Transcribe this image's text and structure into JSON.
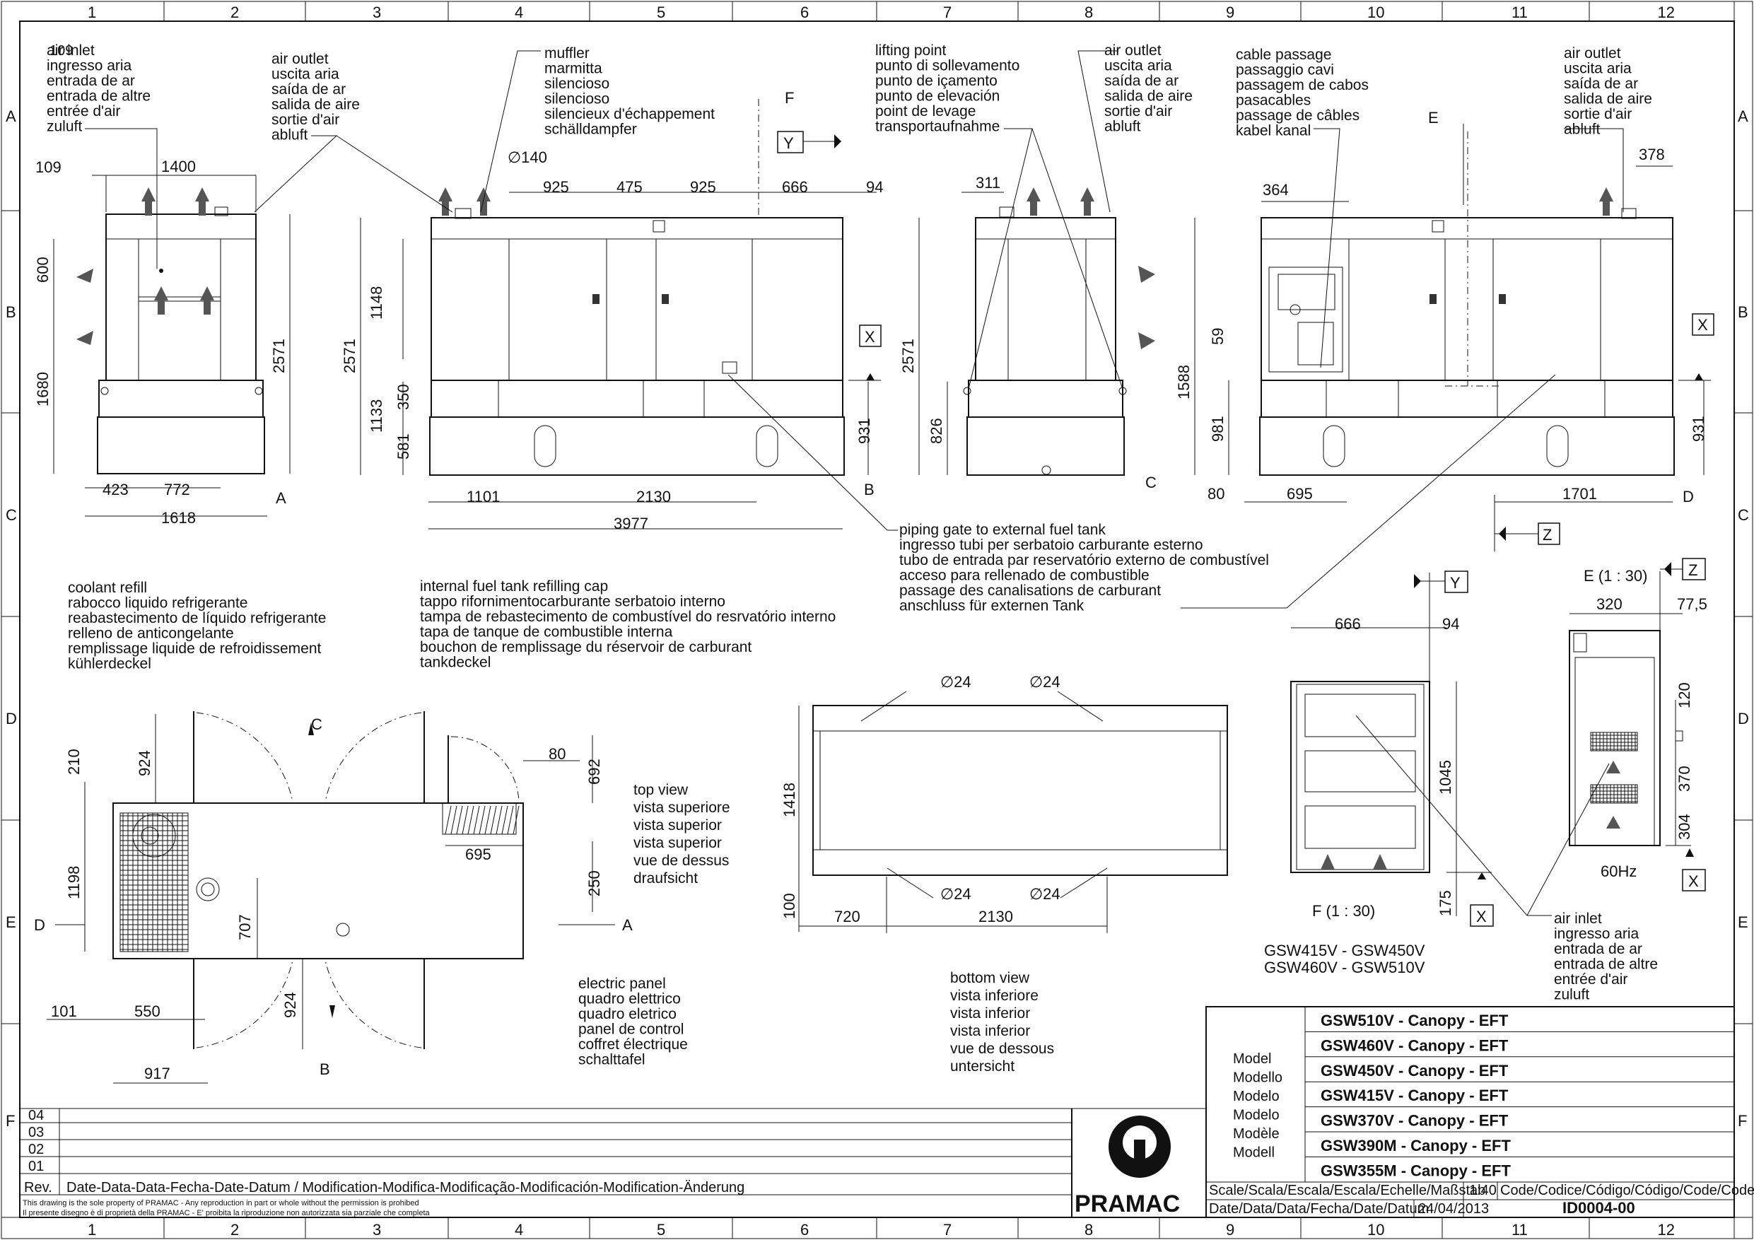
{
  "grid": {
    "columns": [
      "1",
      "2",
      "3",
      "4",
      "5",
      "6",
      "7",
      "8",
      "9",
      "10",
      "11",
      "12"
    ],
    "rows": [
      "A",
      "B",
      "C",
      "D",
      "E",
      "F"
    ]
  },
  "callouts": {
    "air_inlet": [
      "air inlet",
      "ingresso aria",
      "entrada de ar",
      "entrada de altre",
      "entrée d'air",
      "zuluft"
    ],
    "air_outlet": [
      "air outlet",
      "uscita aria",
      "saída de ar",
      "salida de aire",
      "sortie d'air",
      "abluft"
    ],
    "muffler": [
      "muffler",
      "marmitta",
      "silencioso",
      "silencioso",
      "silencieux d'échappement",
      "schälldampfer"
    ],
    "lifting_point": [
      "lifting point",
      "punto di sollevamento",
      "punto de içamento",
      "punto de elevación",
      "point de levage",
      "transportaufnahme"
    ],
    "cable_passage": [
      "cable passage",
      "passaggio cavi",
      "passagem de cabos",
      "pasacables",
      "passage de câbles",
      "kabel kanal"
    ],
    "piping_gate": [
      "piping gate to external fuel tank",
      "ingresso tubi per serbatoio carburante esterno",
      "tubo de entrada par reservatório externo de combustível",
      "acceso para rellenado de combustible",
      "passage des canalisations de carburant",
      "anschluss für externen Tank"
    ],
    "coolant_refill": [
      "coolant refill",
      "rabocco liquido refrigerante",
      "reabastecimento de líquido refrigerante",
      "relleno de anticongelante",
      "remplissage liquide de refroidissement",
      "kühlerdeckel"
    ],
    "fuel_cap": [
      "internal fuel tank refilling cap",
      "tappo rifornimentocarburante serbatoio interno",
      "tampa de rebastecimento de combustível do resrvatório interno",
      "tapa de tanque de combustible interna",
      "bouchon de remplissage du réservoir de carburant",
      "tankdeckel"
    ],
    "electric_panel": [
      "electric panel",
      "quadro elettrico",
      "quadro eletrico",
      "panel de control",
      "coffret électrique",
      "schalttafel"
    ],
    "top_view": [
      "top view",
      "vista superiore",
      "vista superior",
      "vista superior",
      "vue de dessus",
      "draufsicht"
    ],
    "bottom_view": [
      "bottom view",
      "vista inferiore",
      "vista inferior",
      "vista inferior",
      "vue de dessous",
      "untersicht"
    ]
  },
  "dims": {
    "v1_109": "109",
    "v1_1400": "1400",
    "v1_600": "600",
    "v1_1680": "1680",
    "v1_2571": "2571",
    "v1_423": "423",
    "v1_772": "772",
    "v1_1618": "1618",
    "v2_140": "∅140",
    "v2_925a": "925",
    "v2_475": "475",
    "v2_925b": "925",
    "v2_666": "666",
    "v2_94": "94",
    "v2_1148": "1148",
    "v2_2571": "2571",
    "v2_350": "350",
    "v2_1133": "1133",
    "v2_581": "581",
    "v2_931": "931",
    "v2_1101": "1101",
    "v2_2130": "2130",
    "v2_3977": "3977",
    "v3_311": "311",
    "v3_2571": "2571",
    "v3_826": "826",
    "v4_364": "364",
    "v4_378": "378",
    "v4_59": "59",
    "v4_1588": "1588",
    "v4_981": "981",
    "v4_931": "931",
    "v4_80": "80",
    "v4_695": "695",
    "v4_1701": "1701",
    "tv_210": "210",
    "tv_924a": "924",
    "tv_80": "80",
    "tv_692": "692",
    "tv_695": "695",
    "tv_250": "250",
    "tv_1198": "1198",
    "tv_707": "707",
    "tv_101": "101",
    "tv_550": "550",
    "tv_924b": "924",
    "tv_917": "917",
    "bv_24a": "∅24",
    "bv_24b": "∅24",
    "bv_24c": "∅24",
    "bv_24d": "∅24",
    "bv_1418": "1418",
    "bv_100": "100",
    "bv_720": "720",
    "bv_2130": "2130",
    "f_666": "666",
    "f_94": "94",
    "f_1045": "1045",
    "f_175": "175",
    "e_320": "320",
    "e_775": "77,5",
    "e_120": "120",
    "e_370": "370",
    "e_304": "304"
  },
  "markers": {
    "A": "A",
    "B": "B",
    "C": "C",
    "D": "D",
    "E": "E",
    "F": "F",
    "X": "X",
    "Y": "Y",
    "Z": "Z"
  },
  "detail_f_title": "F  (1 : 30)",
  "detail_e_title": "E  (1 : 30)",
  "hz_label": "60Hz",
  "models_range": [
    "GSW415V - GSW450V",
    "GSW460V - GSW510V"
  ],
  "title_block": {
    "model_labels": [
      "Model",
      "Modello",
      "Modelo",
      "Modelo",
      "Modèle",
      "Modell"
    ],
    "models": [
      "GSW510V - Canopy - EFT",
      "GSW460V - Canopy - EFT",
      "GSW450V - Canopy - EFT",
      "GSW415V - Canopy - EFT",
      "GSW370V - Canopy - EFT",
      "GSW390M - Canopy - EFT",
      "GSW355M - Canopy - EFT"
    ],
    "scale_label": "Scale/Scala/Escala/Escala/Echelle/Maßstab",
    "scale_value": "1:40",
    "code_label": "Code/Codice/Código/Código/Code/Code",
    "code_value": "ID0004-00",
    "date_label": "Date/Data/Data/Fecha/Date/Datum",
    "date_value": "24/04/2013",
    "brand": "PRAMAC",
    "rev_rows": [
      "04",
      "03",
      "02",
      "01"
    ],
    "rev_label": "Rev.",
    "rev_header": "Date-Data-Data-Fecha-Date-Datum / Modification-Modifica-Modificação-Modificación-Modification-Änderung",
    "disclaimer_1": "This drawing is the sole property of PRAMAC - Any reproduction in part or whole without the permission is prohibed",
    "disclaimer_2": "Il presente disegno è di proprietà della PRAMAC - E' proibita la riproduzione non autorizzata sia parziale che completa"
  },
  "colors": {
    "line": "#111111",
    "arrow": "#555555",
    "paper": "#ffffff"
  }
}
